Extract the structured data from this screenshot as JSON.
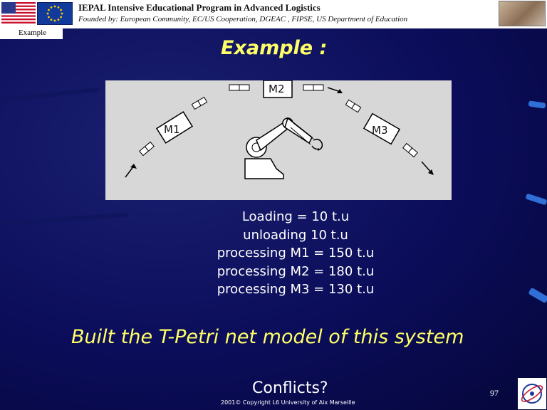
{
  "header": {
    "title": "IEPAL Intensive Educational Program in Advanced Logistics",
    "subtitle": "Founded by: European Community, EC/US Cooperation, DGEAC , FIPSE, US Department of Education"
  },
  "sidebar_tag": "Example",
  "slide": {
    "heading": "Example :",
    "figure": {
      "labels": {
        "m1": "M1",
        "m2": "M2",
        "m3": "M3"
      }
    },
    "params": [
      "Loading = 10 t.u",
      "unloading 10 t.u",
      "processing M1 = 150 t.u",
      "processing M2 = 180 t.u",
      "processing M3 = 130 t.u"
    ],
    "task": "Built the T-Petri net model of this system",
    "conflicts": "Conflicts?"
  },
  "footer": {
    "copyright": "2001© Copyright L6 University of Aix Marseille",
    "page_number": "97"
  },
  "colors": {
    "background": "#0b0d5a",
    "heading": "#ffff66",
    "body_text": "#ffffff"
  }
}
